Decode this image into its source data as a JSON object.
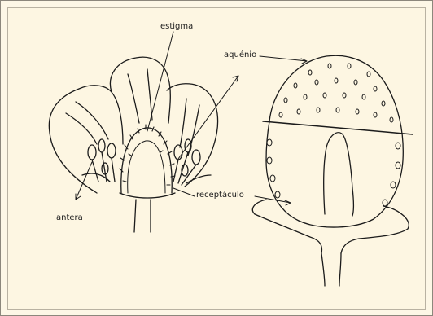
{
  "labels": {
    "estigma": "estigma",
    "aquenio": "aquénio",
    "antera": "antera",
    "receptaculo": "receptáculo"
  },
  "colors": {
    "paper": "#fdf6e2",
    "ink": "#1b1b1b"
  }
}
